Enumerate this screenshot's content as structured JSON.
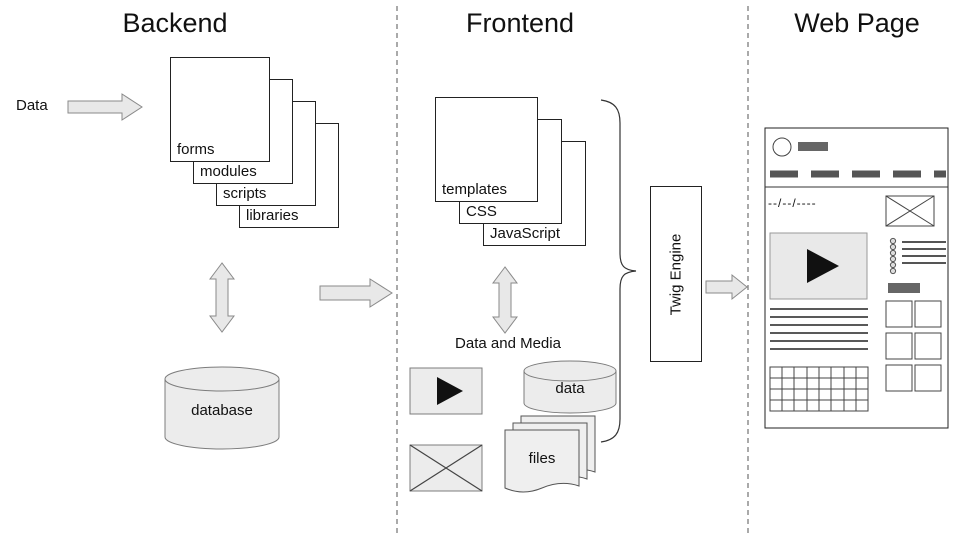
{
  "sections": {
    "backend": {
      "title": "Backend",
      "input_label": "Data",
      "stack": [
        "forms",
        "modules",
        "scripts",
        "libraries"
      ],
      "database_label": "database"
    },
    "frontend": {
      "title": "Frontend",
      "stack": [
        "templates",
        "CSS",
        "JavaScript"
      ],
      "group_label": "Data and Media",
      "data_label": "data",
      "files_label": "files",
      "engine_label": "Twig Engine"
    },
    "webpage": {
      "title": "Web Page",
      "date_text": "--/--/----"
    }
  },
  "icons": {
    "play_icon": "right-pointing-triangle",
    "image_placeholder_icon": "box-with-x-cross",
    "avatar_icon": "circle",
    "database_icon": "cylinder",
    "files_icon": "stacked-pages"
  },
  "colors": {
    "arrow_fill": "#e8e8e8",
    "arrow_stroke": "#8a8a8a",
    "shape_fill": "#ececec",
    "wireframe_dark": "#666666",
    "border": "#222222"
  }
}
